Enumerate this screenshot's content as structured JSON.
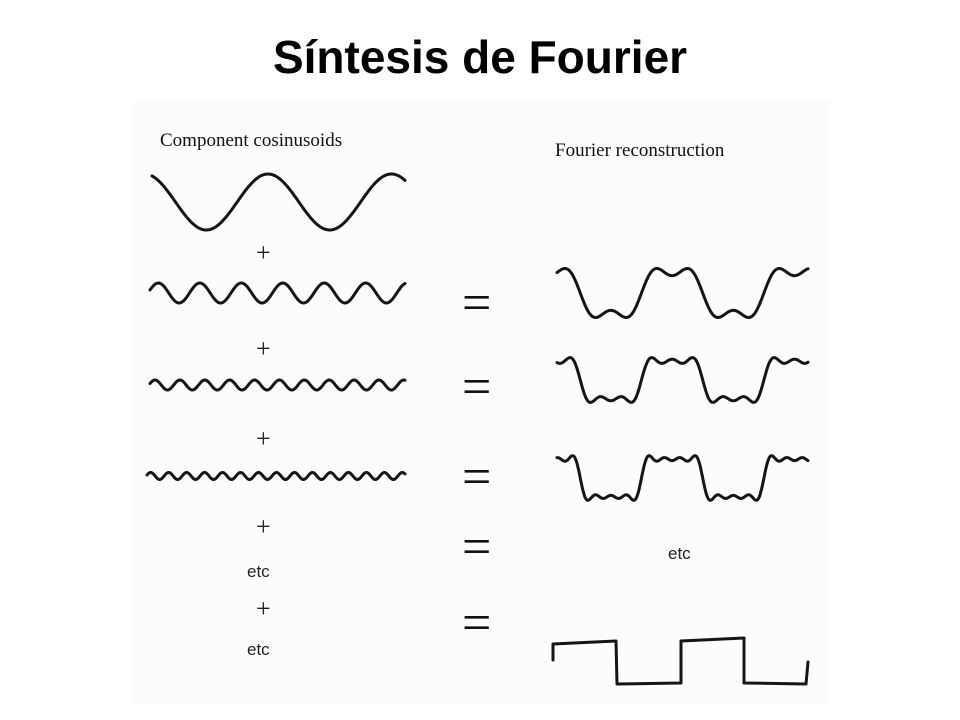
{
  "title": "Síntesis de Fourier",
  "left": {
    "heading": "Component cosinusoids",
    "plus": "+",
    "etc": "etc"
  },
  "right": {
    "heading": "Fourier reconstruction",
    "etc": "etc"
  },
  "equals": "="
}
